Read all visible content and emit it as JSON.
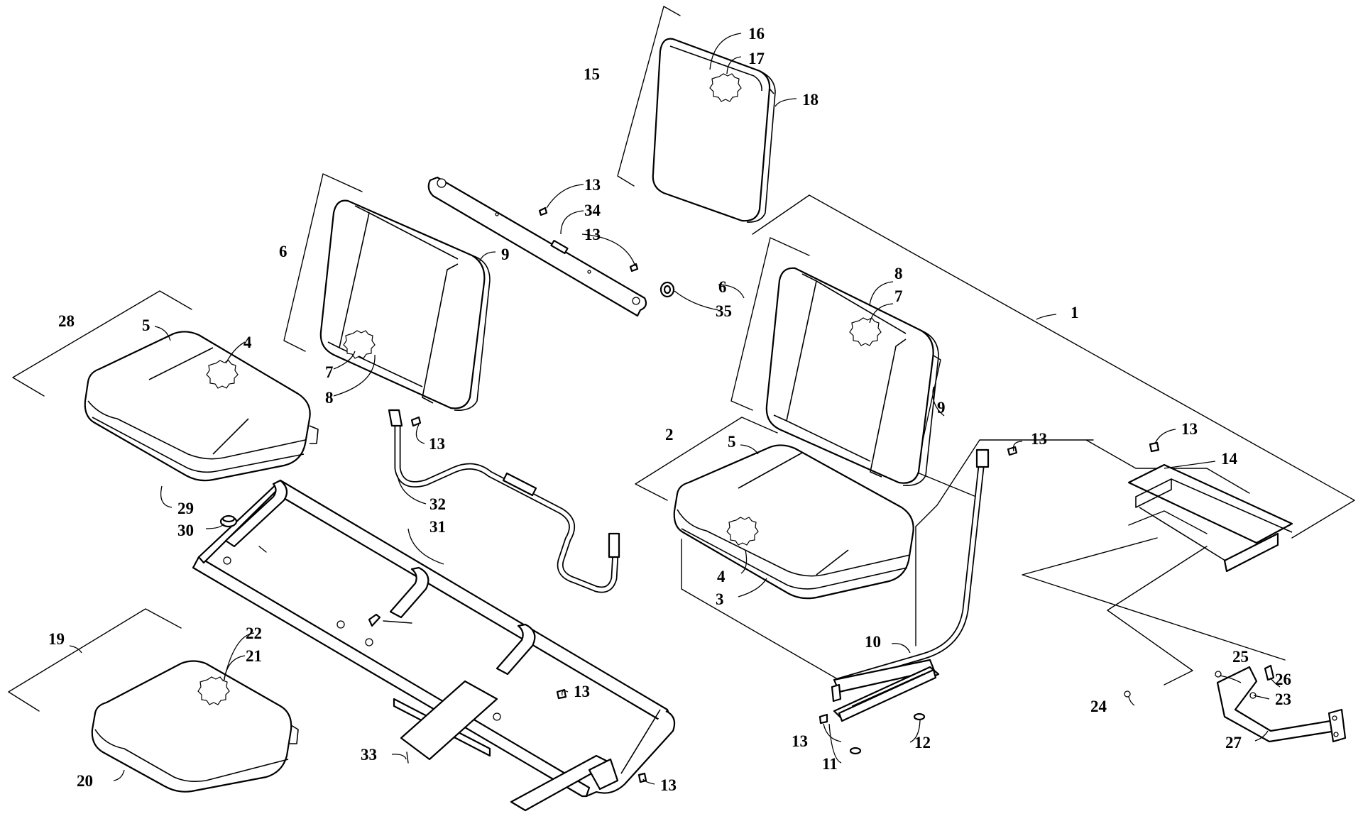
{
  "callouts": [
    {
      "id": "c1",
      "text": "1"
    },
    {
      "id": "c2",
      "text": "2"
    },
    {
      "id": "c3",
      "text": "3"
    },
    {
      "id": "c4a",
      "text": "4"
    },
    {
      "id": "c4b",
      "text": "4"
    },
    {
      "id": "c5a",
      "text": "5"
    },
    {
      "id": "c5b",
      "text": "5"
    },
    {
      "id": "c6a",
      "text": "6"
    },
    {
      "id": "c6b",
      "text": "6"
    },
    {
      "id": "c7a",
      "text": "7"
    },
    {
      "id": "c7b",
      "text": "7"
    },
    {
      "id": "c8a",
      "text": "8"
    },
    {
      "id": "c8b",
      "text": "8"
    },
    {
      "id": "c9a",
      "text": "9"
    },
    {
      "id": "c9b",
      "text": "9"
    },
    {
      "id": "c10",
      "text": "10"
    },
    {
      "id": "c11",
      "text": "11"
    },
    {
      "id": "c12",
      "text": "12"
    },
    {
      "id": "c13a",
      "text": "13"
    },
    {
      "id": "c13b",
      "text": "13"
    },
    {
      "id": "c13c",
      "text": "13"
    },
    {
      "id": "c13d",
      "text": "13"
    },
    {
      "id": "c13e",
      "text": "13"
    },
    {
      "id": "c13f",
      "text": "13"
    },
    {
      "id": "c13g",
      "text": "13"
    },
    {
      "id": "c13h",
      "text": "13"
    },
    {
      "id": "c14",
      "text": "14"
    },
    {
      "id": "c15",
      "text": "15"
    },
    {
      "id": "c16",
      "text": "16"
    },
    {
      "id": "c17",
      "text": "17"
    },
    {
      "id": "c18",
      "text": "18"
    },
    {
      "id": "c19",
      "text": "19"
    },
    {
      "id": "c20",
      "text": "20"
    },
    {
      "id": "c21",
      "text": "21"
    },
    {
      "id": "c22",
      "text": "22"
    },
    {
      "id": "c23",
      "text": "23"
    },
    {
      "id": "c24",
      "text": "24"
    },
    {
      "id": "c25",
      "text": "25"
    },
    {
      "id": "c26",
      "text": "26"
    },
    {
      "id": "c27",
      "text": "27"
    },
    {
      "id": "c28",
      "text": "28"
    },
    {
      "id": "c29",
      "text": "29"
    },
    {
      "id": "c30",
      "text": "30"
    },
    {
      "id": "c31",
      "text": "31"
    },
    {
      "id": "c32",
      "text": "32"
    },
    {
      "id": "c33",
      "text": "33"
    },
    {
      "id": "c34",
      "text": "34"
    },
    {
      "id": "c35",
      "text": "35"
    }
  ],
  "colors": {
    "ink": "#000000",
    "paper": "#ffffff"
  }
}
